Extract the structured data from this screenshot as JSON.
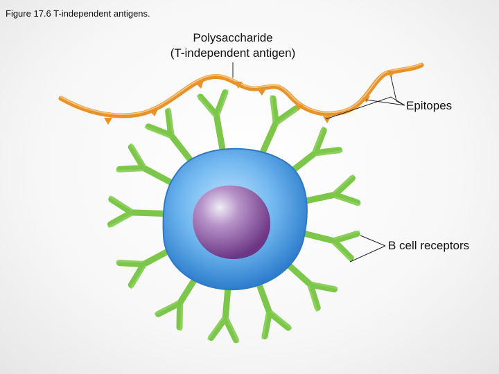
{
  "title": "Figure 17.6 T-independent antigens.",
  "labels": {
    "polysaccharide_line1": "Polysaccharide",
    "polysaccharide_line2": "(T-independent antigen)",
    "epitopes": "Epitopes",
    "receptors": "B cell receptors"
  },
  "colors": {
    "antigen": "#e8922a",
    "receptor": "#7cc74a",
    "cell_membrane": "#4a90d9",
    "nucleus": "#7a3f8a"
  }
}
